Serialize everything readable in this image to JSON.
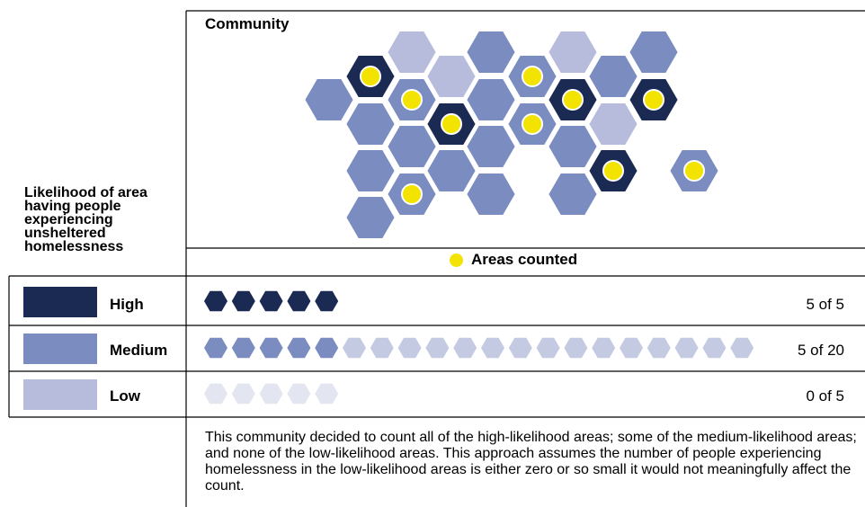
{
  "community": {
    "title": "Community"
  },
  "yaxis_title": "Likelihood of area having people experiencing unsheltered homelessness",
  "legend_counted": "Areas counted",
  "colors": {
    "high": "#1b2a52",
    "medium": "#7b8cc0",
    "low": "#b7bcdd",
    "low_faded": "#e3e5f1",
    "medium_faded": "#c5cae3",
    "dot": "#f2e400",
    "outline": "#ffffff"
  },
  "rows": [
    {
      "key": "high",
      "label": "High",
      "count_text": "5 of 5",
      "counted": 5,
      "total": 5
    },
    {
      "key": "medium",
      "label": "Medium",
      "count_text": "5 of 20",
      "counted": 5,
      "total": 20
    },
    {
      "key": "low",
      "label": "Low",
      "count_text": "0 of 5",
      "counted": 0,
      "total": 5
    }
  ],
  "hex_map": [
    {
      "level": "low",
      "counted": false
    },
    {
      "level": "medium",
      "counted": false
    },
    {
      "level": "low",
      "counted": false
    },
    {
      "level": "medium",
      "counted": false
    },
    {
      "level": "high",
      "counted": true
    },
    {
      "level": "low",
      "counted": false
    },
    {
      "level": "medium",
      "counted": true
    },
    {
      "level": "medium",
      "counted": false
    },
    {
      "level": "medium",
      "counted": false
    },
    {
      "level": "medium",
      "counted": true
    },
    {
      "level": "medium",
      "counted": false
    },
    {
      "level": "high",
      "counted": true
    },
    {
      "level": "high",
      "counted": true
    },
    {
      "level": "medium",
      "counted": false
    },
    {
      "level": "high",
      "counted": true
    },
    {
      "level": "medium",
      "counted": true
    },
    {
      "level": "low",
      "counted": false
    },
    {
      "level": "medium",
      "counted": false
    },
    {
      "level": "medium",
      "counted": false
    },
    {
      "level": "medium",
      "counted": false
    },
    {
      "level": "medium",
      "counted": false
    },
    {
      "level": "medium",
      "counted": false
    },
    {
      "level": "high",
      "counted": true
    },
    {
      "level": "medium",
      "counted": true
    },
    {
      "level": "medium",
      "counted": true
    },
    {
      "level": "medium",
      "counted": false
    },
    {
      "level": "medium",
      "counted": false
    },
    {
      "level": "medium",
      "counted": false
    },
    {
      "level": "medium",
      "counted": false
    },
    {
      "level": "low",
      "counted": false
    }
  ],
  "description": "This community decided to count all of the high-likelihood areas; some of the medium-likelihood areas; and none of the low-likelihood areas. This approach assumes the number of people experiencing homelessness in the low-likelihood areas is either zero or so small it would not meaningfully affect the count."
}
